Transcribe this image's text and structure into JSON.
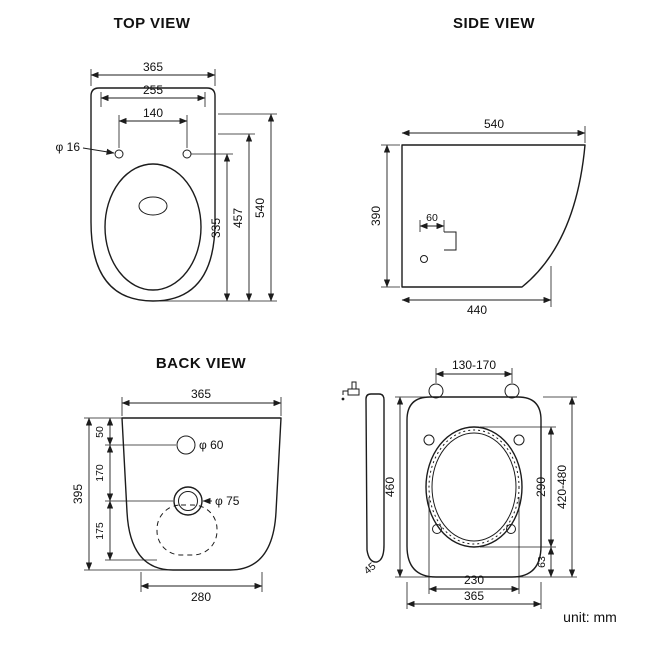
{
  "unit_label": "unit: mm",
  "top_view": {
    "title": "TOP VIEW",
    "dim_width_overall": "365",
    "dim_width_rim": "255",
    "dim_hole_spacing": "140",
    "dim_hole_diameter": "φ 16",
    "dim_depth_overall": "540",
    "dim_depth_rim": "457",
    "dim_depth_holes_to_front": "335"
  },
  "side_view": {
    "title": "SIDE VIEW",
    "dim_depth_top": "540",
    "dim_height": "390",
    "dim_inlet_offset": "60",
    "dim_depth_bottom": "440"
  },
  "back_view": {
    "title": "BACK VIEW",
    "dim_width_top": "365",
    "dim_top_to_inlet": "50",
    "dim_inlet_diameter": "φ 60",
    "dim_inlet_to_outlet": "170",
    "dim_outlet_diameter": "φ 75",
    "dim_outlet_to_bottom": "175",
    "dim_height_overall": "395",
    "dim_width_bottom": "280"
  },
  "seat_view": {
    "dim_hinge_spacing": "130-170",
    "dim_seat_length": "460",
    "dim_opening_length": "290",
    "dim_hinge_range": "420-480",
    "dim_tail_length": "63",
    "dim_seat_thickness": "45",
    "dim_opening_width": "230",
    "dim_seat_width": "365"
  }
}
